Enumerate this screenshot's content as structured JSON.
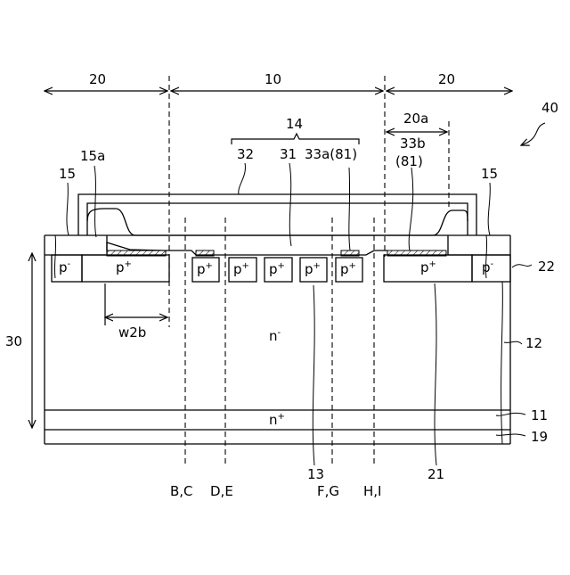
{
  "figure": {
    "ref_main": "40",
    "regions": {
      "left": "20",
      "center": "10",
      "right": "20",
      "right_sub": "20a"
    },
    "group_label": "14",
    "labels": {
      "l15_left": "15",
      "l15a": "15a",
      "l15_right": "15",
      "l32": "32",
      "l31": "31",
      "l33a": "33a(81)",
      "l33b": "33b",
      "l81": "(81)",
      "l22": "22",
      "l12": "12",
      "l11": "11",
      "l19": "19",
      "l13": "13",
      "l21": "21",
      "l30": "30",
      "w2b": "w2b"
    },
    "doping": {
      "p_minus": "p",
      "minus": "-",
      "p_plus": "p",
      "plus": "+",
      "n_minus": "n",
      "n_plus": "n"
    },
    "sections": {
      "bc": "B,C",
      "de": "D,E",
      "fg": "F,G",
      "hi": "H,I"
    }
  }
}
